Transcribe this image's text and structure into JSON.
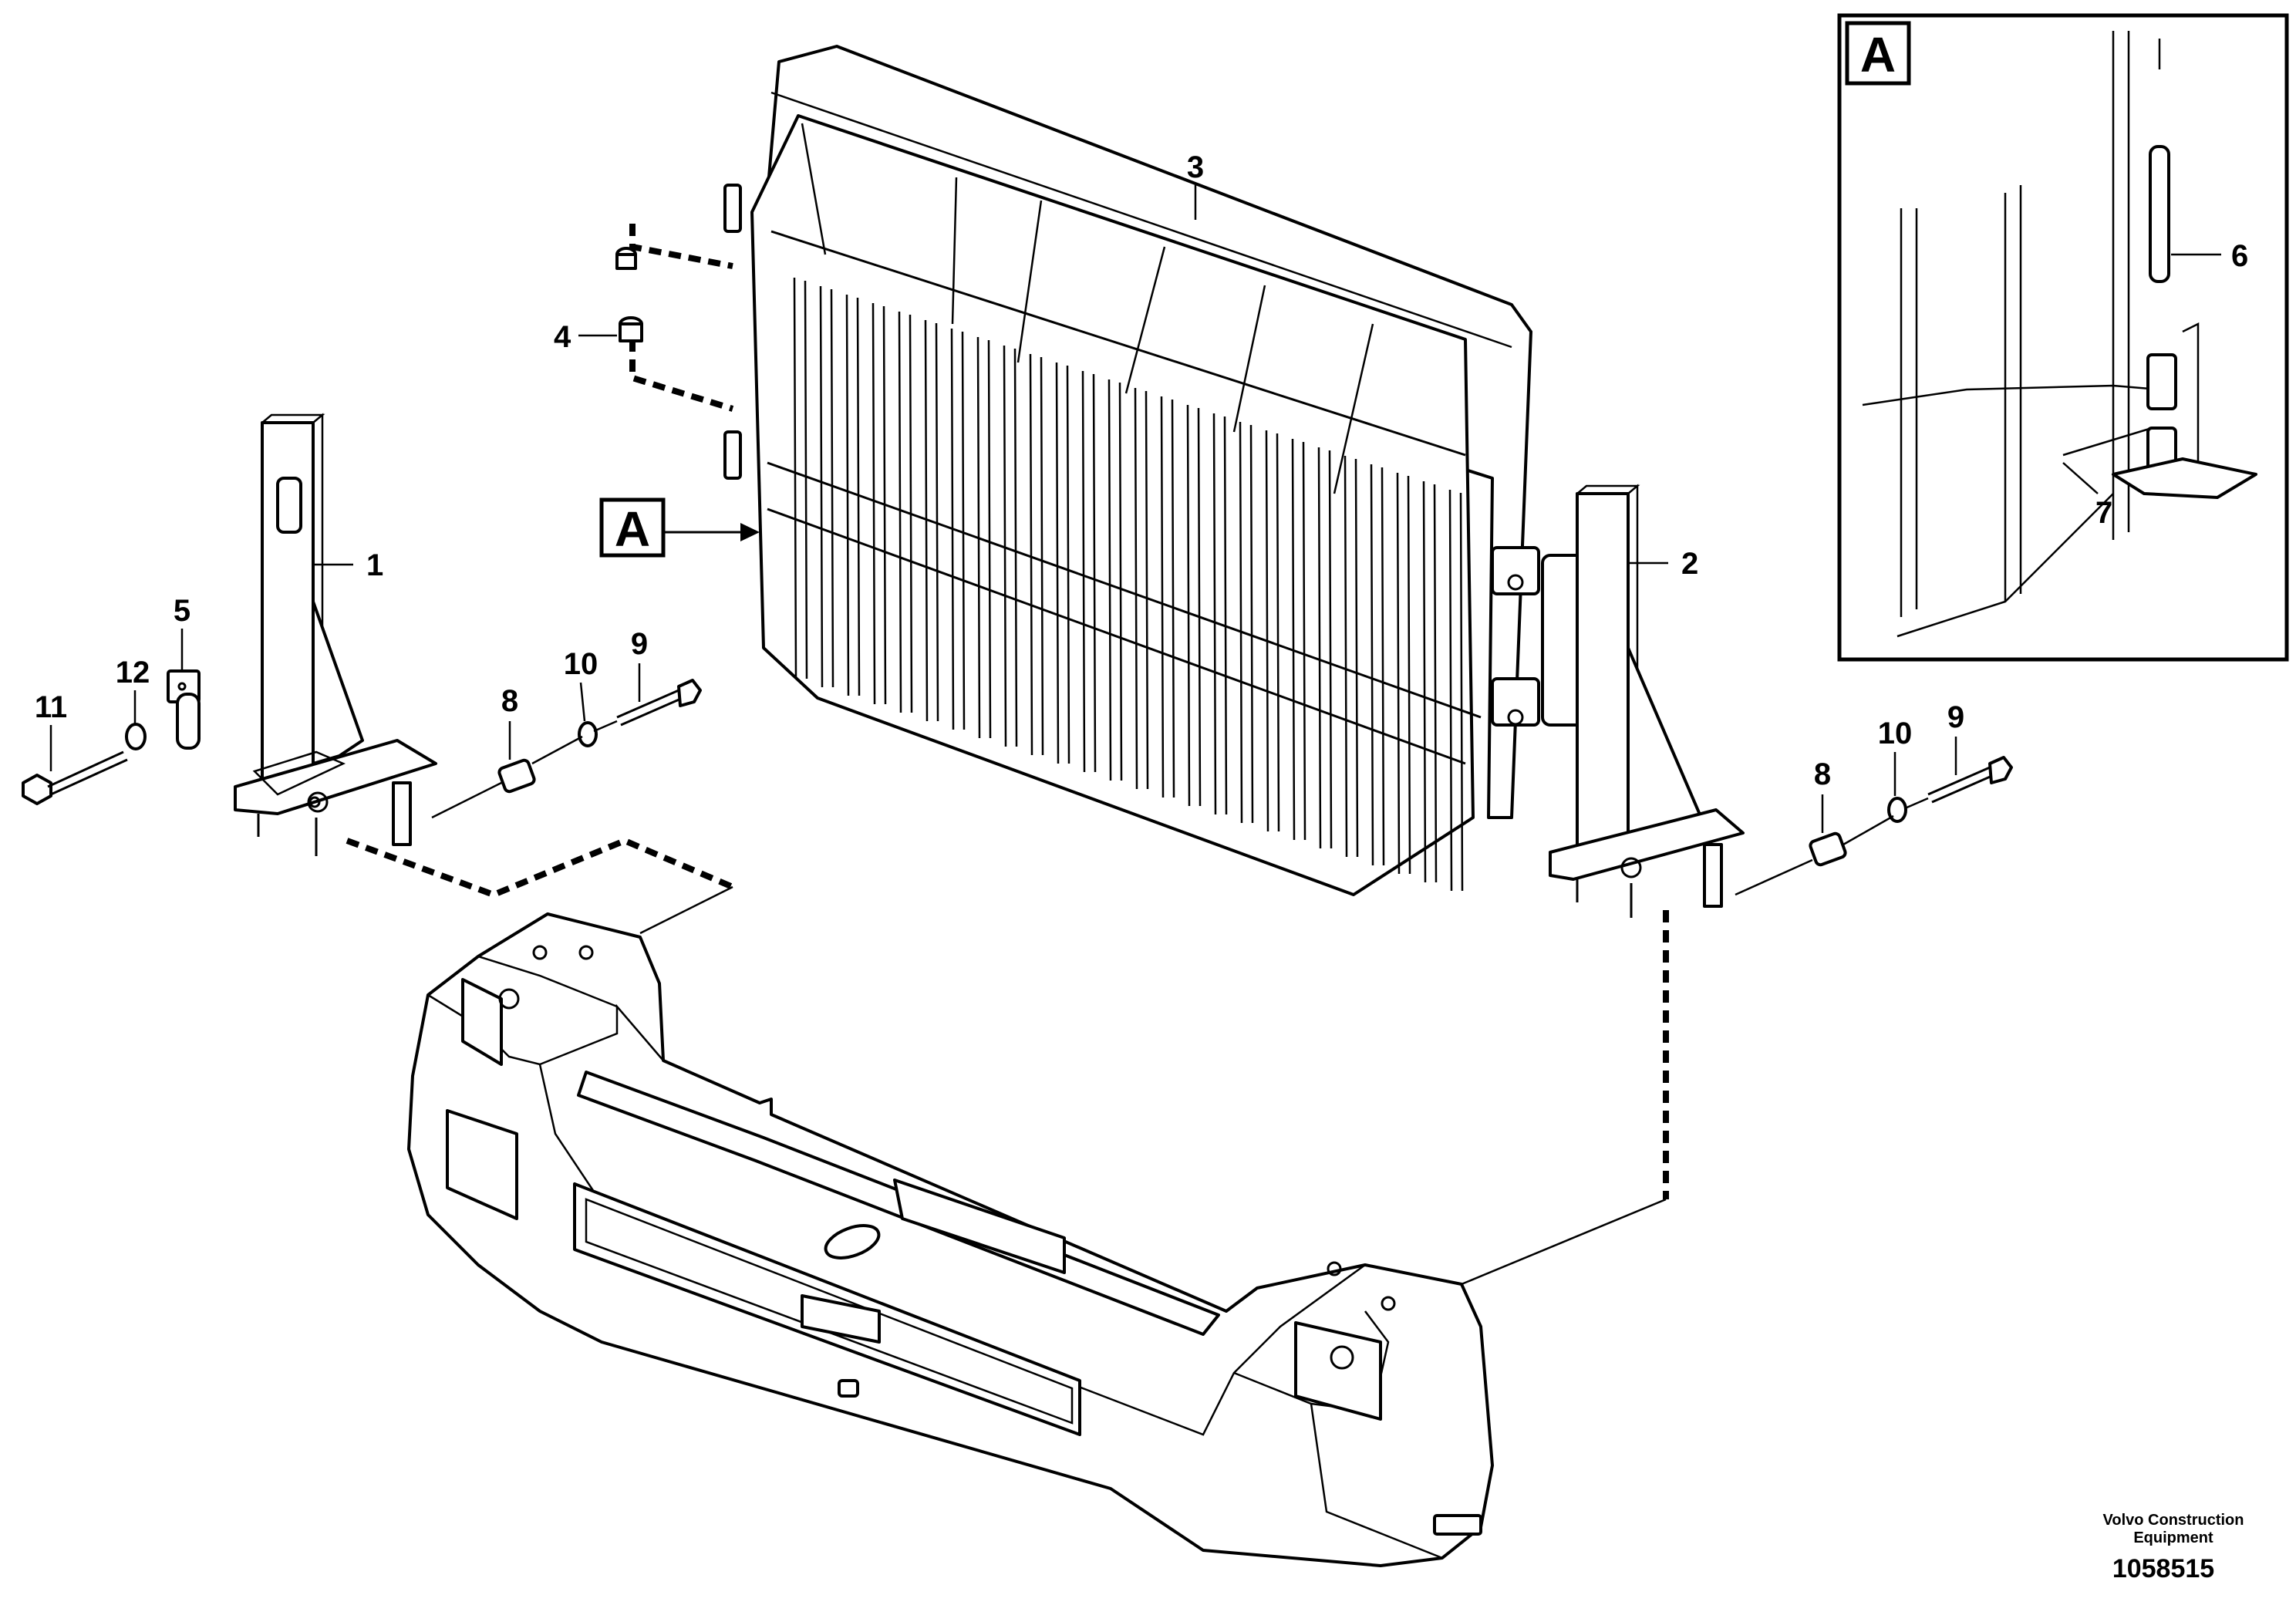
{
  "callouts": {
    "item_1": "1",
    "item_2": "2",
    "item_3": "3",
    "item_4": "4",
    "item_5": "5",
    "item_6": "6",
    "item_7": "7",
    "item_8_left": "8",
    "item_8_right": "8",
    "item_9_left": "9",
    "item_9_right": "9",
    "item_10_left": "10",
    "item_10_right": "10",
    "item_11": "11",
    "item_12": "12"
  },
  "detail_view": {
    "marker_label": "A",
    "inset_label": "A"
  },
  "credit": {
    "line1": "Volvo Construction",
    "line2": "Equipment"
  },
  "document_number": "1058515"
}
